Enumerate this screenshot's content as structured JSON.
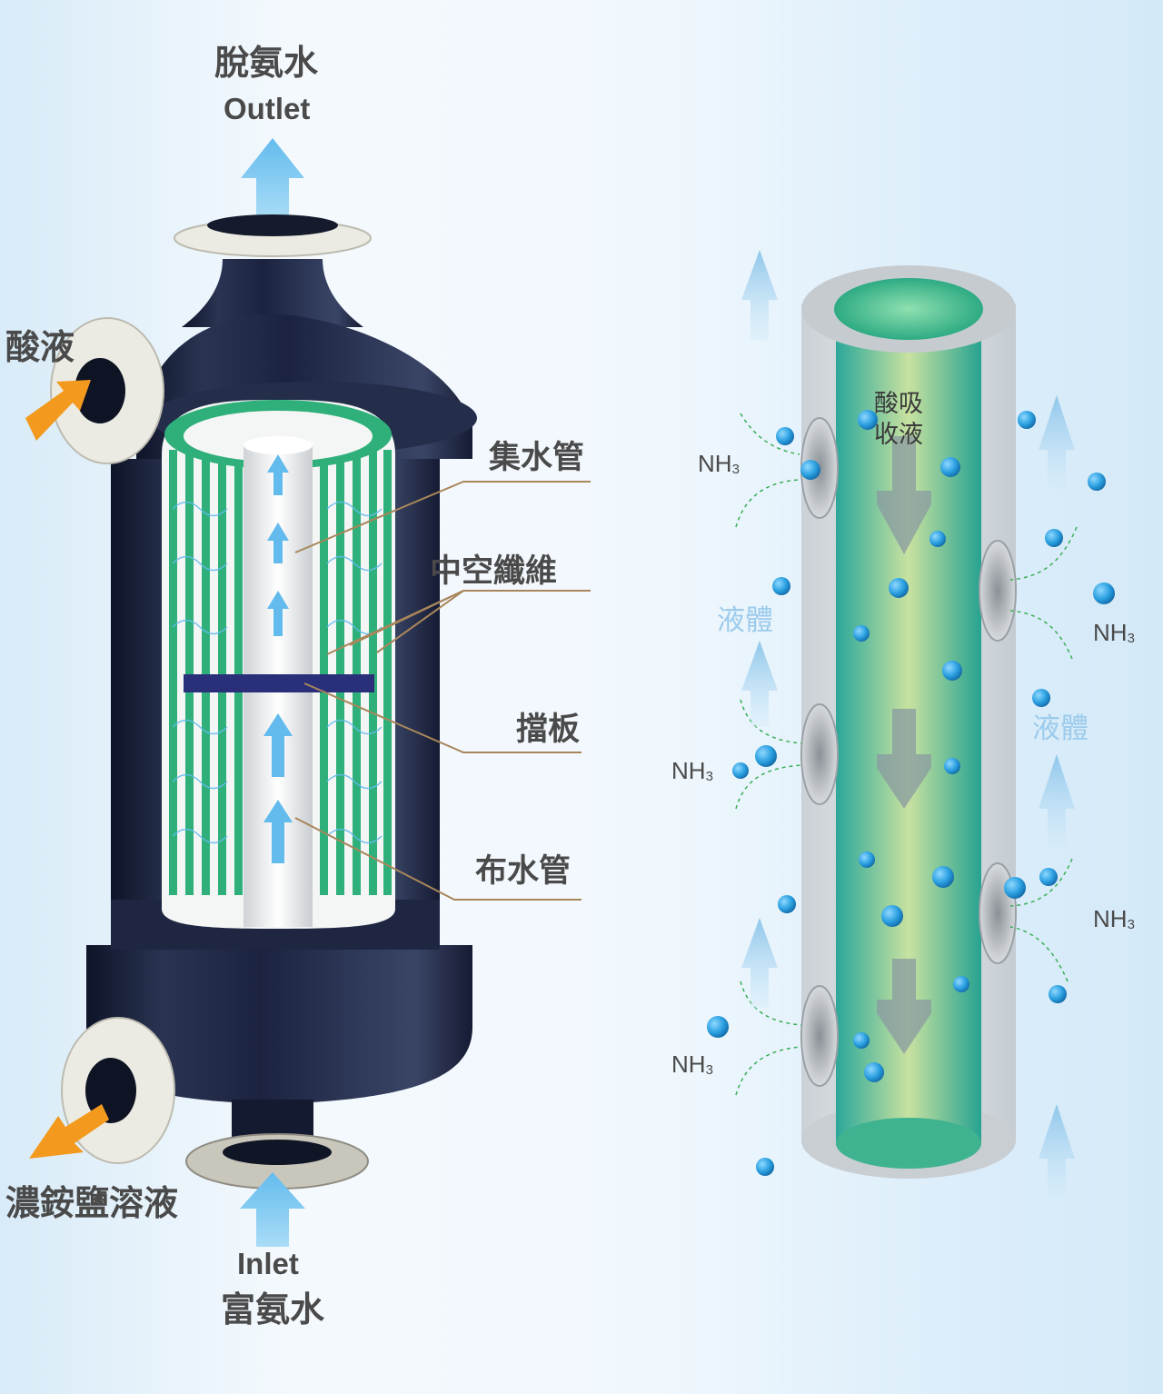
{
  "colors": {
    "bg_light": "#eef6fc",
    "bg_blue": "#d8ebf8",
    "vessel_dark": "#1b2340",
    "fiber_green": "#2fb07a",
    "arrow_blue": "#63bbed",
    "arrow_orange": "#f39a1e",
    "callout_line": "#a8865b",
    "baffle": "#2a2f7a",
    "nh3_dot": "#2a9fe0"
  },
  "labels": {
    "outlet_cn": "脫氨水",
    "outlet_en": "Outlet",
    "inlet_en": "Inlet",
    "inlet_cn": "富氨水",
    "acid_in": "酸液",
    "salt_out": "濃銨鹽溶液",
    "collector": "集水管",
    "hollow_fiber": "中空纖維",
    "baffle": "擋板",
    "distributor": "布水管"
  },
  "tube": {
    "acid_line1": "酸吸",
    "acid_line2": "收液",
    "liquid": "液體",
    "nh3_main": "NH",
    "nh3_sub": "3"
  }
}
